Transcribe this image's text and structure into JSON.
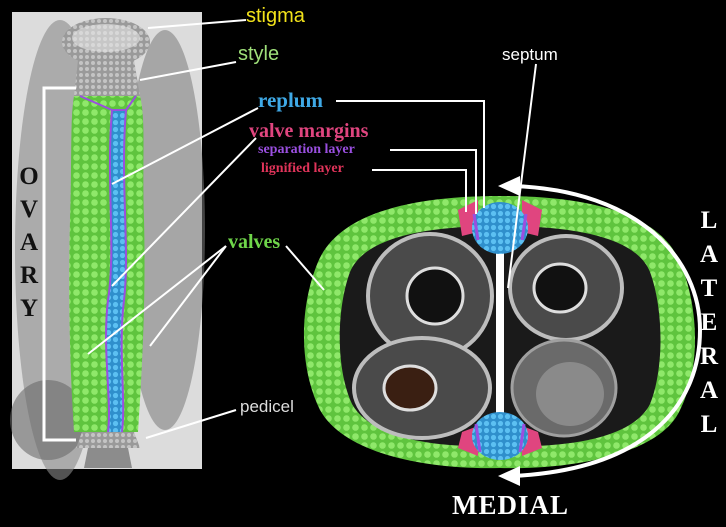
{
  "colors": {
    "background": "#000000",
    "valve_green": "#6fd64a",
    "replum_blue": "#3fa9e6",
    "margin_pink": "#e0457f",
    "separation_purple": "#9a4fe0",
    "lignified_red": "#e0345a",
    "stigma_yellow": "#f2e21a",
    "style_green": "#9fe07a"
  },
  "labels": {
    "stigma": "stigma",
    "style": "style",
    "replum": "replum",
    "valve_margins": "valve margins",
    "separation_layer": "separation layer",
    "lignified_layer": "lignified layer",
    "septum": "septum",
    "valves": "valves",
    "pedicel": "pedicel",
    "ovary_letters": [
      "O",
      "V",
      "A",
      "R",
      "Y"
    ],
    "lateral_letters": [
      "L",
      "A",
      "T",
      "E",
      "R",
      "A",
      "L"
    ],
    "medial": "MEDIAL"
  }
}
